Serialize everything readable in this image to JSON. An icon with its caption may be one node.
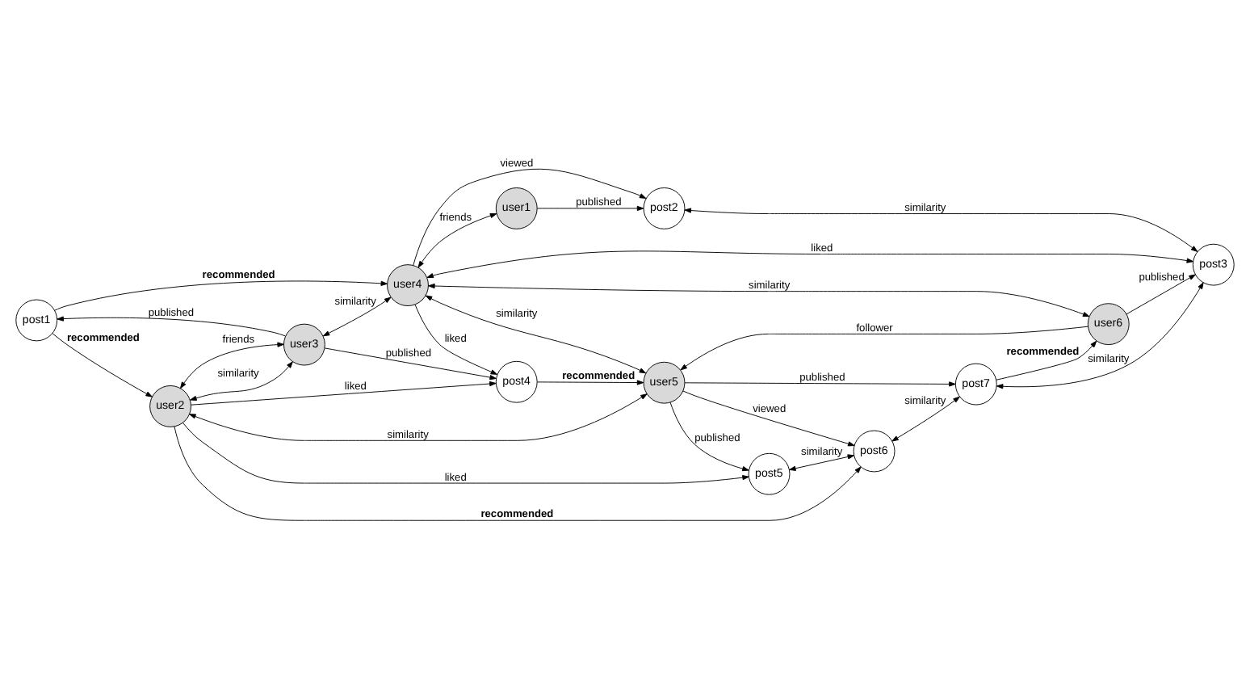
{
  "diagram": {
    "nodes": [
      {
        "text": [
          "post1"
        ]
      },
      {
        "text": [
          "user1"
        ]
      },
      {
        "text": [
          "post2"
        ]
      },
      {
        "text": [
          "user3"
        ]
      },
      {
        "text": [
          "user2"
        ]
      },
      {
        "text": [
          "user4"
        ]
      },
      {
        "text": [
          "post3"
        ]
      },
      {
        "text": [
          "post4"
        ]
      },
      {
        "text": [
          "user6"
        ]
      },
      {
        "text": [
          "post5"
        ]
      },
      {
        "text": [
          "user5"
        ]
      },
      {
        "text": [
          "post7"
        ]
      },
      {
        "text": [
          "post6"
        ]
      }
    ],
    "edges": [
      {
        "from": 0,
        "to": 4,
        "arrow": "to",
        "label": "**recommended**"
      },
      {
        "from": 0,
        "to": 5,
        "arrow": "to",
        "label": "**recommended**"
      },
      {
        "from": 1,
        "to": 2,
        "arrow": "to",
        "label": "published"
      },
      {
        "from": 2,
        "to": 6,
        "arrow": "both",
        "label": "similarity"
      },
      {
        "from": 3,
        "to": 0,
        "arrow": "to",
        "label": "published"
      },
      {
        "from": 3,
        "to": 5,
        "arrow": "both",
        "label": "similarity"
      },
      {
        "from": 3,
        "to": 7,
        "arrow": "to",
        "label": "published"
      },
      {
        "from": 4,
        "to": 3,
        "arrow": "both",
        "label": "friends"
      },
      {
        "from": 4,
        "to": 3,
        "arrow": "both",
        "label": "similarity"
      },
      {
        "from": 4,
        "to": 7,
        "arrow": "to",
        "label": "liked"
      },
      {
        "from": 4,
        "to": 10,
        "arrow": "both",
        "label": "similarity"
      },
      {
        "from": 4,
        "to": 9,
        "arrow": "to",
        "label": "liked"
      },
      {
        "from": 4,
        "to": 12,
        "arrow": "to",
        "label": "**recommended**"
      },
      {
        "from": 5,
        "to": 7,
        "arrow": "to",
        "label": "liked"
      },
      {
        "from": 5,
        "to": 1,
        "arrow": "both",
        "label": "friends"
      },
      {
        "from": 5,
        "to": 2,
        "arrow": "to",
        "label": "viewed"
      },
      {
        "from": 5,
        "to": 6,
        "arrow": "both",
        "label": "liked"
      },
      {
        "from": 5,
        "to": 8,
        "arrow": "both",
        "label": "similarity"
      },
      {
        "from": 5,
        "to": 10,
        "arrow": "both",
        "label": "similarity"
      },
      {
        "from": 6,
        "to": 11,
        "arrow": "both",
        "label": "similarity"
      },
      {
        "from": 7,
        "to": 10,
        "arrow": "to",
        "label": "**recommended**"
      },
      {
        "from": 8,
        "to": 6,
        "arrow": "to",
        "label": "published"
      },
      {
        "from": 8,
        "to": 10,
        "arrow": "to",
        "label": "follower"
      },
      {
        "from": 9,
        "to": 12,
        "arrow": "both",
        "label": "similarity"
      },
      {
        "from": 10,
        "to": 9,
        "arrow": "to",
        "label": "published"
      },
      {
        "from": 10,
        "to": 12,
        "arrow": "to",
        "label": "viewed"
      },
      {
        "from": 10,
        "to": 11,
        "arrow": "to",
        "label": "published"
      },
      {
        "from": 11,
        "to": 8,
        "arrow": "to",
        "label": "**recommended**"
      },
      {
        "from": 12,
        "to": 11,
        "arrow": "both",
        "label": "similarity"
      }
    ]
  }
}
